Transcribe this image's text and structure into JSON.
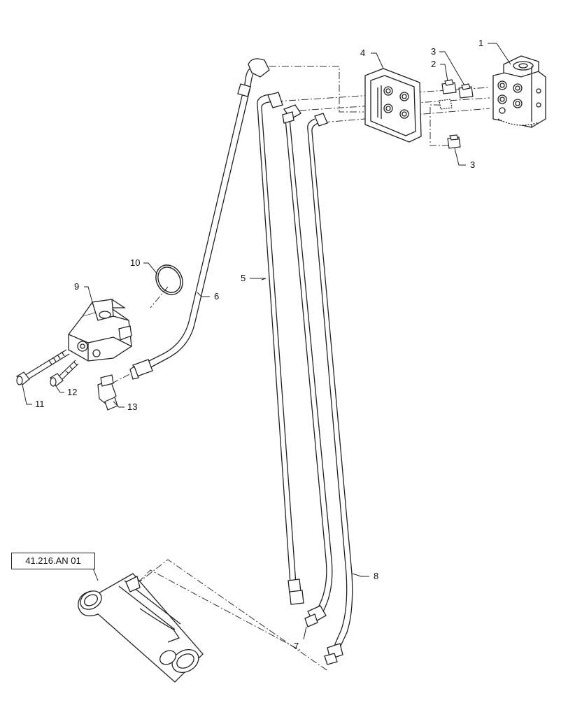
{
  "reference_link": "41.216.AN 01",
  "callouts": {
    "c1": "1",
    "c2": "2",
    "c3a": "3",
    "c3b": "3",
    "c4": "4",
    "c5": "5",
    "c6": "6",
    "c7": "7",
    "c8": "8",
    "c9": "9",
    "c10": "10",
    "c11": "11",
    "c12": "12",
    "c13": "13"
  }
}
